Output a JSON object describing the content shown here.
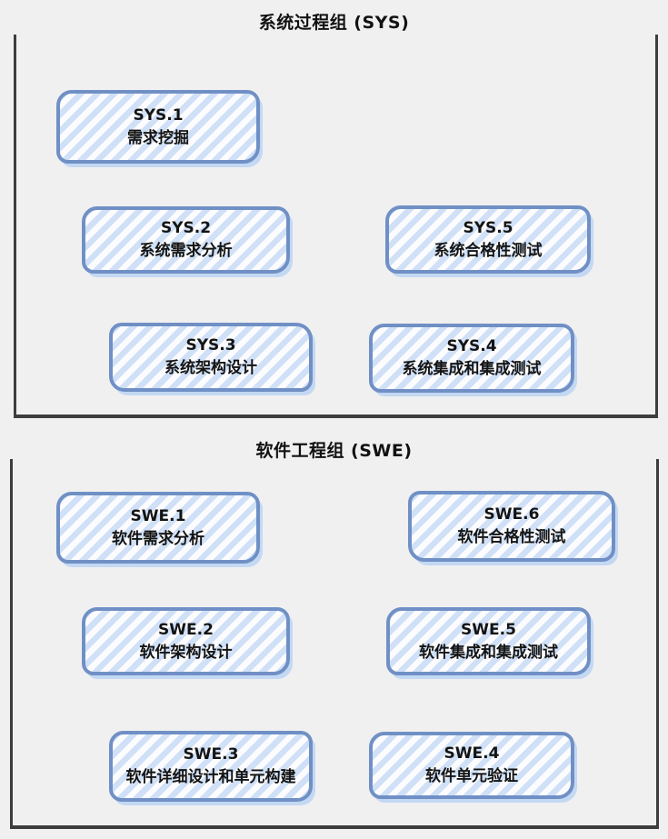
{
  "colors": {
    "page_background": "#f0f0f1",
    "container_border": "#3d3d3d",
    "box_border": "#7090c5",
    "box_hatch_blue": "#cfe0f7",
    "box_hatch_white": "#fcfcfe",
    "box_echo_shadow": "#c3d8f3",
    "text": "#141414"
  },
  "groups": [
    {
      "title": "系统过程组 (SYS)",
      "boxes": [
        {
          "code": "SYS.1",
          "name": "需求挖掘"
        },
        {
          "code": "SYS.2",
          "name": "系统需求分析"
        },
        {
          "code": "SYS.5",
          "name": "系统合格性测试"
        },
        {
          "code": "SYS.3",
          "name": "系统架构设计"
        },
        {
          "code": "SYS.4",
          "name": "系统集成和集成测试"
        }
      ]
    },
    {
      "title": "软件工程组 (SWE)",
      "boxes": [
        {
          "code": "SWE.1",
          "name": "软件需求分析"
        },
        {
          "code": "SWE.6",
          "name": "软件合格性测试"
        },
        {
          "code": "SWE.2",
          "name": "软件架构设计"
        },
        {
          "code": "SWE.5",
          "name": "软件集成和集成测试"
        },
        {
          "code": "SWE.3",
          "name": "软件详细设计和单元构建"
        },
        {
          "code": "SWE.4",
          "name": "软件单元验证"
        }
      ]
    }
  ]
}
